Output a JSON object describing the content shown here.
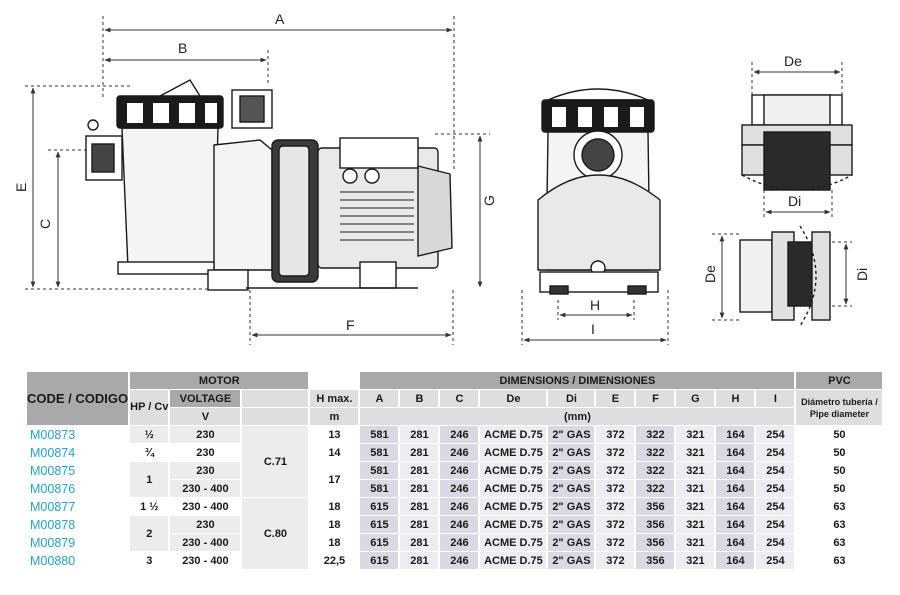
{
  "dimension_labels": {
    "A": "A",
    "B": "B",
    "C": "C",
    "E": "E",
    "F": "F",
    "G": "G",
    "H": "H",
    "I": "I",
    "De_top": "De",
    "Di_top": "Di",
    "De_side": "De",
    "Di_side": "Di"
  },
  "table": {
    "code_header": "CODE / CODIGO",
    "motor_header": "MOTOR",
    "dims_header": "DIMENSIONS / DIMENSIONES",
    "pvc_header": "PVC",
    "hp_header": "HP / Cv",
    "voltage_header": "VOLTAGE",
    "hmax_header": "H max.",
    "pipe_header": "Diámetro tubería / Pipe diameter",
    "volt_unit": "V",
    "h_unit": "m",
    "mm_unit": "(mm)",
    "dim_cols": [
      "A",
      "B",
      "C",
      "De",
      "Di",
      "E",
      "F",
      "G",
      "H",
      "I"
    ],
    "motor_groups": [
      "C.71",
      "C.80"
    ],
    "rows": [
      {
        "code": "M00873",
        "hp": "½",
        "volt": "230",
        "h": "13",
        "A": "581",
        "B": "281",
        "C": "246",
        "De": "ACME D.75",
        "Di": "2\" GAS",
        "E": "372",
        "F": "322",
        "G": "321",
        "H": "164",
        "I": "254",
        "pvc": "50"
      },
      {
        "code": "M00874",
        "hp": "¾",
        "volt": "230",
        "h": "14",
        "A": "581",
        "B": "281",
        "C": "246",
        "De": "ACME D.75",
        "Di": "2\" GAS",
        "E": "372",
        "F": "322",
        "G": "321",
        "H": "164",
        "I": "254",
        "pvc": "50"
      },
      {
        "code": "M00875",
        "hp": "1",
        "volt": "230",
        "h": "17",
        "A": "581",
        "B": "281",
        "C": "246",
        "De": "ACME D.75",
        "Di": "2\" GAS",
        "E": "372",
        "F": "322",
        "G": "321",
        "H": "164",
        "I": "254",
        "pvc": "50"
      },
      {
        "code": "M00876",
        "hp": "",
        "volt": "230 - 400",
        "h": "",
        "A": "581",
        "B": "281",
        "C": "246",
        "De": "ACME D.75",
        "Di": "2\" GAS",
        "E": "372",
        "F": "322",
        "G": "321",
        "H": "164",
        "I": "254",
        "pvc": "50"
      },
      {
        "code": "M00877",
        "hp": "1 ½",
        "volt": "230 - 400",
        "h": "18",
        "A": "615",
        "B": "281",
        "C": "246",
        "De": "ACME D.75",
        "Di": "2\" GAS",
        "E": "372",
        "F": "356",
        "G": "321",
        "H": "164",
        "I": "254",
        "pvc": "63"
      },
      {
        "code": "M00878",
        "hp": "2",
        "volt": "230",
        "h": "18",
        "A": "615",
        "B": "281",
        "C": "246",
        "De": "ACME D.75",
        "Di": "2\" GAS",
        "E": "372",
        "F": "356",
        "G": "321",
        "H": "164",
        "I": "254",
        "pvc": "63"
      },
      {
        "code": "M00879",
        "hp": "",
        "volt": "230 - 400",
        "h": "18",
        "A": "615",
        "B": "281",
        "C": "246",
        "De": "ACME D.75",
        "Di": "2\" GAS",
        "E": "372",
        "F": "356",
        "G": "321",
        "H": "164",
        "I": "254",
        "pvc": "63"
      },
      {
        "code": "M00880",
        "hp": "3",
        "volt": "230 - 400",
        "h": "22,5",
        "A": "615",
        "B": "281",
        "C": "246",
        "De": "ACME D.75",
        "Di": "2\" GAS",
        "E": "372",
        "F": "356",
        "G": "321",
        "H": "164",
        "I": "254",
        "pvc": "63"
      }
    ]
  }
}
